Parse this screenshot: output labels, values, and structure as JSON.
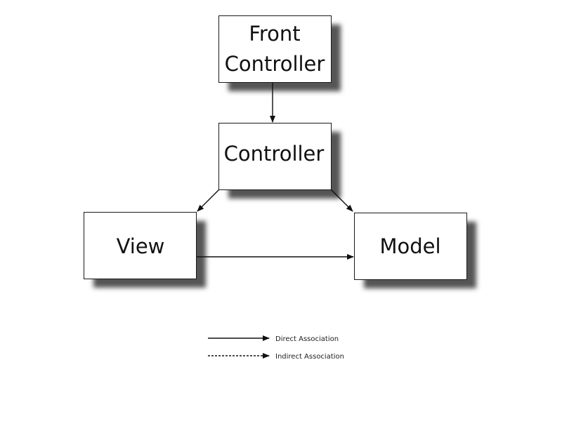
{
  "nodes": {
    "front_controller": {
      "line1": "Front",
      "line2": "Controller"
    },
    "controller": {
      "label": "Controller"
    },
    "view": {
      "label": "View"
    },
    "model": {
      "label": "Model"
    }
  },
  "edges": [
    {
      "from": "Front Controller",
      "to": "Controller",
      "type": "direct"
    },
    {
      "from": "Controller",
      "to": "View",
      "type": "direct"
    },
    {
      "from": "Controller",
      "to": "Model",
      "type": "direct"
    },
    {
      "from": "View",
      "to": "Model",
      "type": "direct"
    }
  ],
  "legend": {
    "direct": "Direct Association",
    "indirect": "Indirect Association"
  }
}
